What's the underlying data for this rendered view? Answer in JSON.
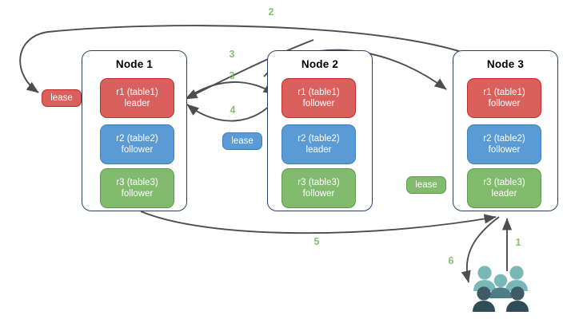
{
  "diagram": {
    "title": "multi-raft-lease-routing-diagram",
    "colors": {
      "replica_red": "#d9605c",
      "replica_blue": "#5b9bd5",
      "replica_green": "#82bb6e",
      "node_border": "#2c3e66",
      "arrow": "#4d4d4d",
      "step_label": "#84c272",
      "user_light": "#7ab8b8",
      "user_dark": "#3d5c66"
    }
  },
  "nodes": [
    {
      "title": "Node 1",
      "replicas": [
        {
          "name": "r1 (table1)",
          "role": "leader",
          "color": "red"
        },
        {
          "name": "r2 (table2)",
          "role": "follower",
          "color": "blue"
        },
        {
          "name": "r3 (table3)",
          "role": "follower",
          "color": "green"
        }
      ]
    },
    {
      "title": "Node 2",
      "replicas": [
        {
          "name": "r1 (table1)",
          "role": "follower",
          "color": "red"
        },
        {
          "name": "r2 (table2)",
          "role": "leader",
          "color": "blue"
        },
        {
          "name": "r3 (table3)",
          "role": "follower",
          "color": "green"
        }
      ]
    },
    {
      "title": "Node 3",
      "replicas": [
        {
          "name": "r1 (table1)",
          "role": "follower",
          "color": "red"
        },
        {
          "name": "r2 (table2)",
          "role": "follower",
          "color": "blue"
        },
        {
          "name": "r3 (table3)",
          "role": "leader",
          "color": "green"
        }
      ]
    }
  ],
  "leases": [
    {
      "label": "lease",
      "color": "red"
    },
    {
      "label": "lease",
      "color": "blue"
    },
    {
      "label": "lease",
      "color": "green"
    }
  ],
  "steps": [
    {
      "label": "1"
    },
    {
      "label": "2"
    },
    {
      "label": "3"
    },
    {
      "label": "3"
    },
    {
      "label": "4"
    },
    {
      "label": "5"
    },
    {
      "label": "6"
    }
  ],
  "users": {
    "icon": "users-group-icon"
  }
}
